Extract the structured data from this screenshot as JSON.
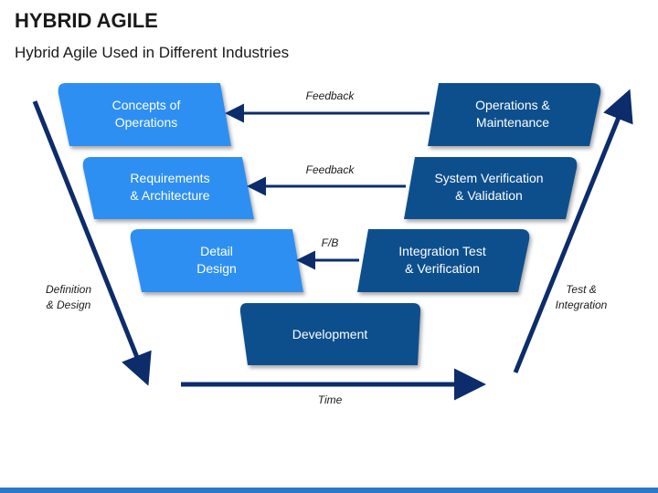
{
  "header": {
    "title": "HYBRID AGILE",
    "subtitle": "Hybrid Agile Used in Different Industries"
  },
  "colors": {
    "light_blue": "#2e8ff2",
    "dark_blue": "#0b4f8d",
    "arrow_navy": "#0c2c6b",
    "footer_bar": "#2f77c8"
  },
  "diagram": {
    "left_boxes": [
      {
        "lines": [
          "Concepts of",
          "Operations"
        ]
      },
      {
        "lines": [
          "Requirements",
          "& Architecture"
        ]
      },
      {
        "lines": [
          "Detail",
          "Design"
        ]
      }
    ],
    "right_boxes": [
      {
        "lines": [
          "Operations &",
          "Maintenance"
        ]
      },
      {
        "lines": [
          "System Verification",
          "& Validation"
        ]
      },
      {
        "lines": [
          "Integration Test",
          "& Verification"
        ]
      }
    ],
    "bottom_box": {
      "lines": [
        "Development"
      ]
    },
    "arrow_labels": [
      "Feedback",
      "Feedback",
      "F/B"
    ],
    "left_axis_label": [
      "Definition",
      "& Design"
    ],
    "right_axis_label": [
      "Test &",
      "Integration"
    ],
    "time_label": "Time"
  }
}
